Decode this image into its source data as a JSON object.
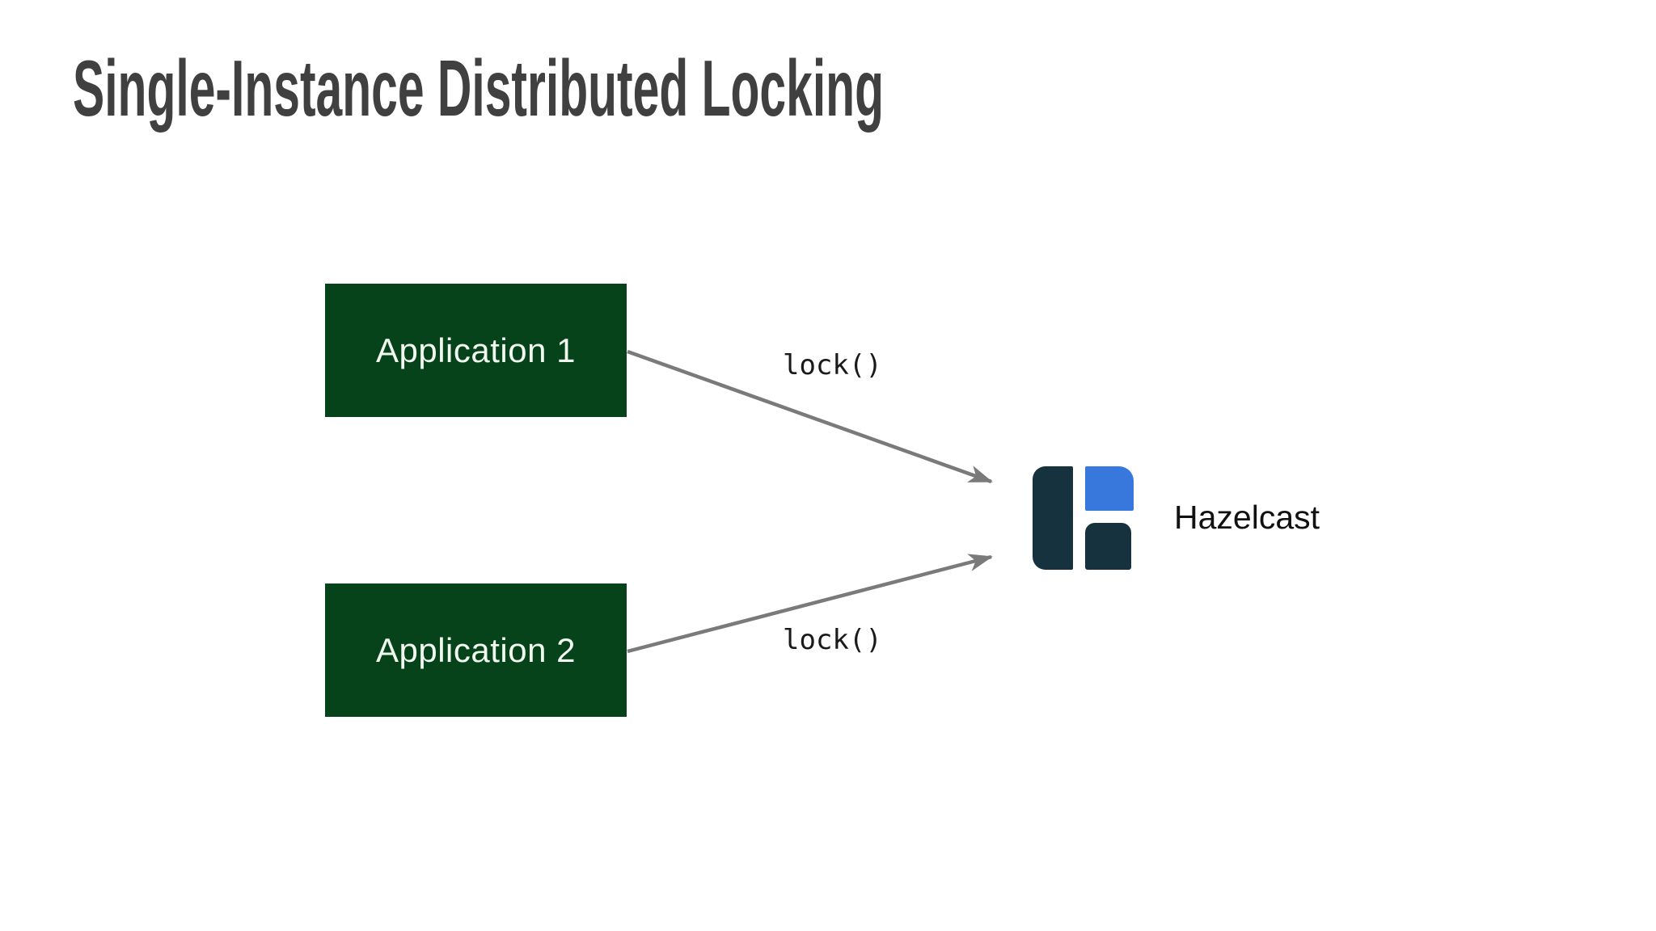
{
  "slide": {
    "title": "Single-Instance Distributed Locking",
    "nodes": [
      {
        "id": "application-1",
        "label": "Application 1"
      },
      {
        "id": "application-2",
        "label": "Application 2"
      }
    ],
    "edges": [
      {
        "from": "application-1",
        "to": "hazelcast",
        "label": "lock()"
      },
      {
        "from": "application-2",
        "to": "hazelcast",
        "label": "lock()"
      }
    ],
    "target": {
      "id": "hazelcast",
      "label": "Hazelcast",
      "icon": "hazelcast-logo"
    },
    "colors": {
      "background": "#ffffff",
      "title_text": "#404040",
      "node_fill": "#06431a",
      "node_text": "#f1f8ef",
      "arrow": "#7a7a7a",
      "edge_label_text": "#1a1a1a",
      "logo_dark": "#16323e",
      "logo_blue": "#3878dd",
      "target_label_text": "#111111"
    }
  }
}
